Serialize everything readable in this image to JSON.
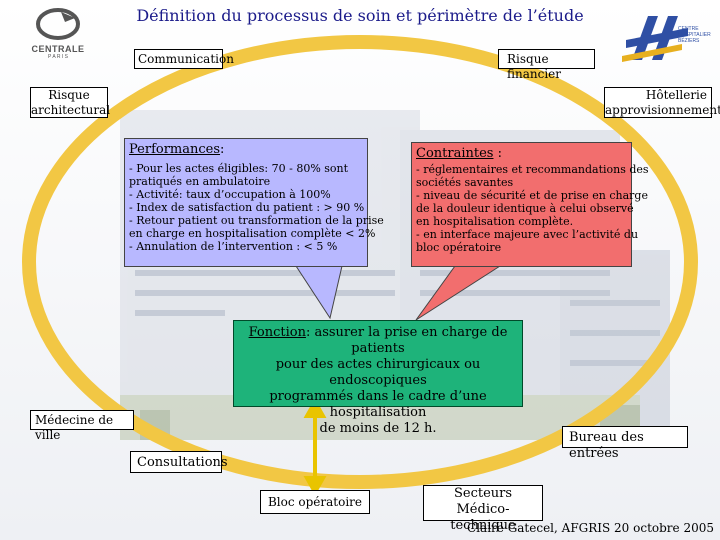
{
  "title": "Définition du processus de soin et périmètre de l’étude",
  "logos": {
    "centrale_name": "CENTRALE",
    "centrale_sub": "P A R I S",
    "hospital_line1": "CENTRE",
    "hospital_line2": "HOSPITALIER",
    "hospital_line3": "BÉZIERS"
  },
  "ring_labels": {
    "communication": "Communication",
    "risque_financier": "Risque financier",
    "risque_architectural_1": "Risque",
    "risque_architectural_2": "architectural",
    "hotellerie_1": "Hôtellerie",
    "hotellerie_2": "approvisionnement",
    "medecine_de_ville": "Médecine de ville",
    "bureau_des_entrees": "Bureau des entrées",
    "consultations": "Consultations",
    "bloc_operatoire": "Bloc opératoire",
    "secteurs_1": "Secteurs",
    "secteurs_2": "Médico-technique"
  },
  "performances": {
    "heading": "Performances",
    "suffix": ":",
    "lines": [
      "- Pour les actes éligibles: 70 - 80% sont",
      "pratiqués en ambulatoire",
      "- Activité: taux d’occupation à 100%",
      "- Index de satisfaction du patient : > 90 %",
      "- Retour patient ou transformation de la prise",
      " en charge en hospitalisation complète < 2%",
      "- Annulation de l’intervention : < 5 %"
    ]
  },
  "contraintes": {
    "heading": "Contraintes",
    "suffix": " :",
    "lines": [
      "- réglementaires  et recommandations des",
      "sociétés savantes",
      "- niveau de sécurité et de prise en charge",
      "de la douleur identique à celui observé",
      " en hospitalisation complète.",
      "- en interface majeure avec l’activité du",
      "bloc opératoire"
    ]
  },
  "fonction": {
    "heading": "Fonction",
    "text_1": ": assurer la prise en charge de patients",
    "text_2": "pour des actes chirurgicaux ou endoscopiques",
    "text_3": "programmés dans le cadre d’une hospitalisation",
    "text_4": "de moins de 12 h."
  },
  "credit": "Claire Gatecel, AFGRIS 20 octobre 2005",
  "colors": {
    "performances_bg": "#b8b8ff",
    "contraintes_bg": "#f26e6e",
    "fonction_bg": "#1eb37a",
    "ring": "#f2c744",
    "arrow": "#e9c400",
    "title": "#1b1b8a"
  }
}
